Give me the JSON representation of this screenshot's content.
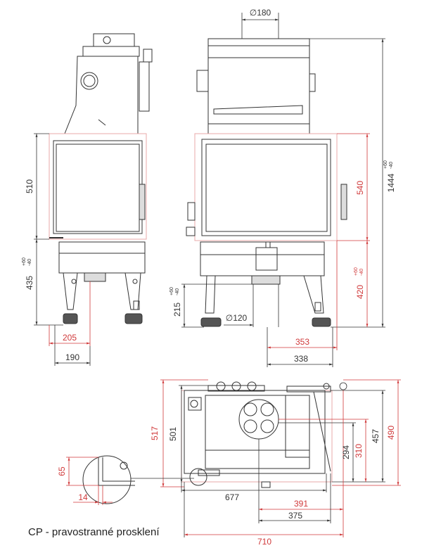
{
  "colors": {
    "ink": "#333333",
    "accent": "#d0393a",
    "glass_outline": "#e8a8a8",
    "fill_dark": "#555555",
    "fill_light": "#dddddd"
  },
  "caption": "CP - pravostranné prosklení",
  "dimensions": {
    "flue_diameter": "∅180",
    "side_glass_height": "510",
    "side_base_height": "435",
    "side_base_tol_plus": "+60",
    "side_base_tol_minus": "-40",
    "side_depth_outer": "205",
    "side_depth_inner": "190",
    "front_glass_height": "540",
    "total_height": "1444",
    "total_height_tol_plus": "+60",
    "total_height_tol_minus": "-40",
    "front_base_height": "420",
    "front_base_tol_plus": "+60",
    "front_base_tol_minus": "-40",
    "air_inlet_height": "215",
    "air_inlet_tol_plus": "+60",
    "air_inlet_tol_minus": "-40",
    "air_inlet_diameter": "∅120",
    "front_width_outer": "353",
    "front_width_inner": "338",
    "plan_depth_outer": "517",
    "plan_depth_inner": "501",
    "plan_depth_right_outer": "490",
    "plan_depth_right_inner": "457",
    "plan_310": "310",
    "plan_294": "294",
    "plan_width_677": "677",
    "plan_width_391": "391",
    "plan_width_375": "375",
    "plan_width_710": "710",
    "detail_65": "65",
    "detail_14": "14"
  }
}
